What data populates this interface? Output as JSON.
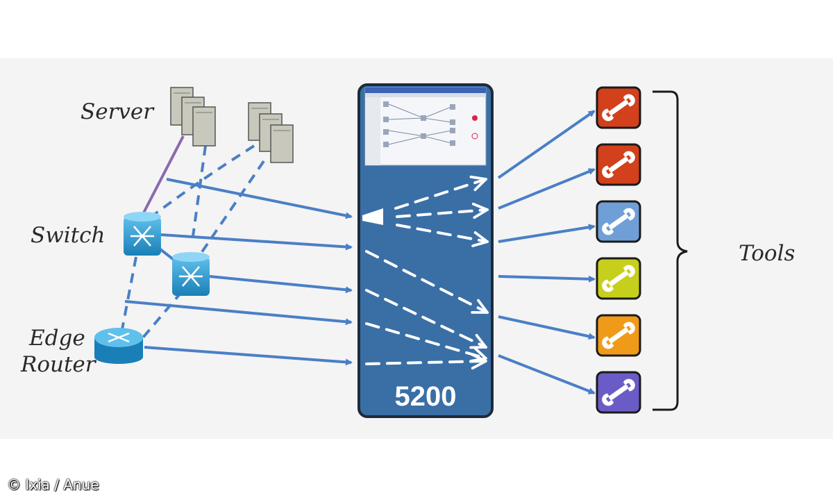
{
  "labels": {
    "server": "Server",
    "switch": "Switch",
    "edge_router_line1": "Edge",
    "edge_router_line2": "Router",
    "tools": "Tools"
  },
  "device": {
    "model": "5200"
  },
  "tools": [
    {
      "icon": "wrench-icon",
      "color": "#d2401c"
    },
    {
      "icon": "wrench-icon",
      "color": "#d2401c"
    },
    {
      "icon": "wrench-icon",
      "color": "#6f9fd6"
    },
    {
      "icon": "wrench-icon",
      "color": "#c6cf1c"
    },
    {
      "icon": "wrench-icon",
      "color": "#f09a1a"
    },
    {
      "icon": "wrench-icon",
      "color": "#6a5cc6"
    }
  ],
  "colors": {
    "link_blue": "#4a7fc6",
    "device_blue": "#3a6fa6",
    "device_border": "#1e2a3a",
    "switch_blue": "#2a8fc6",
    "server_gray": "#c8c8bc",
    "server_link": "#8a6ab0"
  },
  "credit": "© Ixia / Anue"
}
